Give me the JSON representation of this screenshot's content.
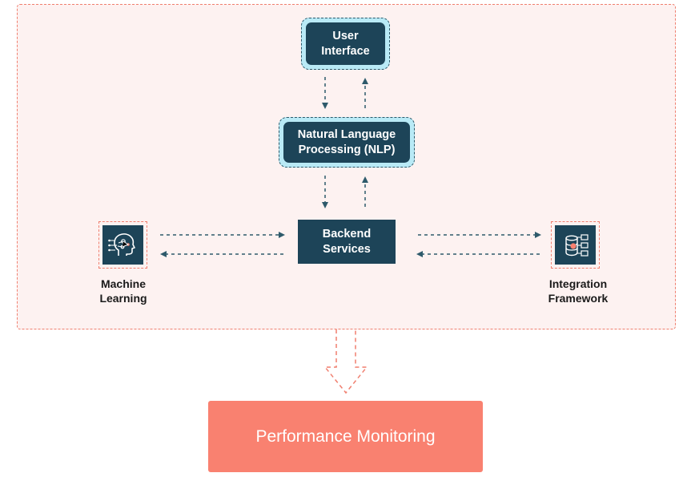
{
  "nodes": {
    "user_interface": [
      "User",
      "Interface"
    ],
    "nlp": [
      "Natural Language",
      "Processing (NLP)"
    ],
    "backend": [
      "Backend",
      "Services"
    ],
    "machine_learning": [
      "Machine",
      "Learning"
    ],
    "integration": [
      "Integration",
      "Framework"
    ],
    "performance": "Performance Monitoring"
  },
  "icons": {
    "machine_learning": "ai-head-icon",
    "integration": "database-integration-icon"
  },
  "colors": {
    "node_dark": "#1d4458",
    "highlight_bg": "#b9eaf6",
    "outer_border": "#f07f6f",
    "outer_fill": "#fdf2f1",
    "performance_fill": "#f98170",
    "arrow": "#2e5a6b"
  }
}
